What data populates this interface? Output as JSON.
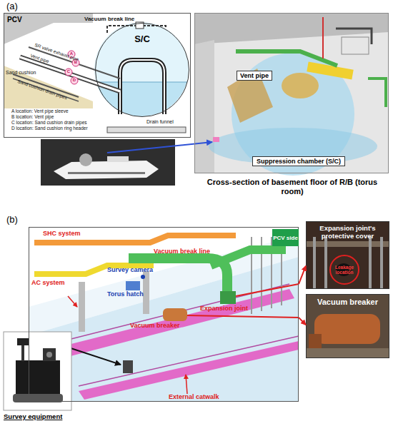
{
  "diagram": {
    "nodes": [
      {
        "text": [
          "(a)",
          "PCV"
        ]
      },
      {
        "text": [
          "S/C"
        ],
        "in": 0
      },
      {
        "text": [
          "Cross-section of basement floor of R/B (torus room)"
        ]
      },
      {
        "text": [
          "Vent pipe"
        ],
        "in": 2
      },
      {
        "text": [
          "Suppression chamber (S/C)"
        ],
        "in": 2
      },
      {
        "text": [
          "(b)"
        ]
      },
      {
        "text": [
          "PCV side"
        ],
        "in": 5
      },
      {
        "text": [
          "Expansion joint's protective cover"
        ]
      },
      {
        "text": [
          "Leakage location"
        ],
        "in": 7
      },
      {
        "text": [
          "Vacuum breaker"
        ]
      },
      {
        "text": [
          "Survey equipment"
        ]
      }
    ],
    "edges": [
      {
        "from": 5,
        "to": 7,
        "arrow": "to"
      },
      {
        "from": 5,
        "to": 9,
        "arrow": "to"
      }
    ],
    "labels": [
      "Vacuum break line",
      "SR valve exhaust pipe",
      "Vent pipe",
      "Sand cushion",
      "Sand cushion drain pipes",
      "A",
      "B",
      "C",
      "D",
      "A location: Vent pipe sleeve",
      "B location: Vent pipe",
      "C location: Sand cushion drain pipes",
      "D location: Sand cushion ring header",
      "Drain funnel",
      "SHC system",
      "AC system",
      "Vacuum break line",
      "Survey camera",
      "Torus hatch",
      "Vacuum breaker",
      "Expansion joint",
      "External catwalk"
    ]
  }
}
